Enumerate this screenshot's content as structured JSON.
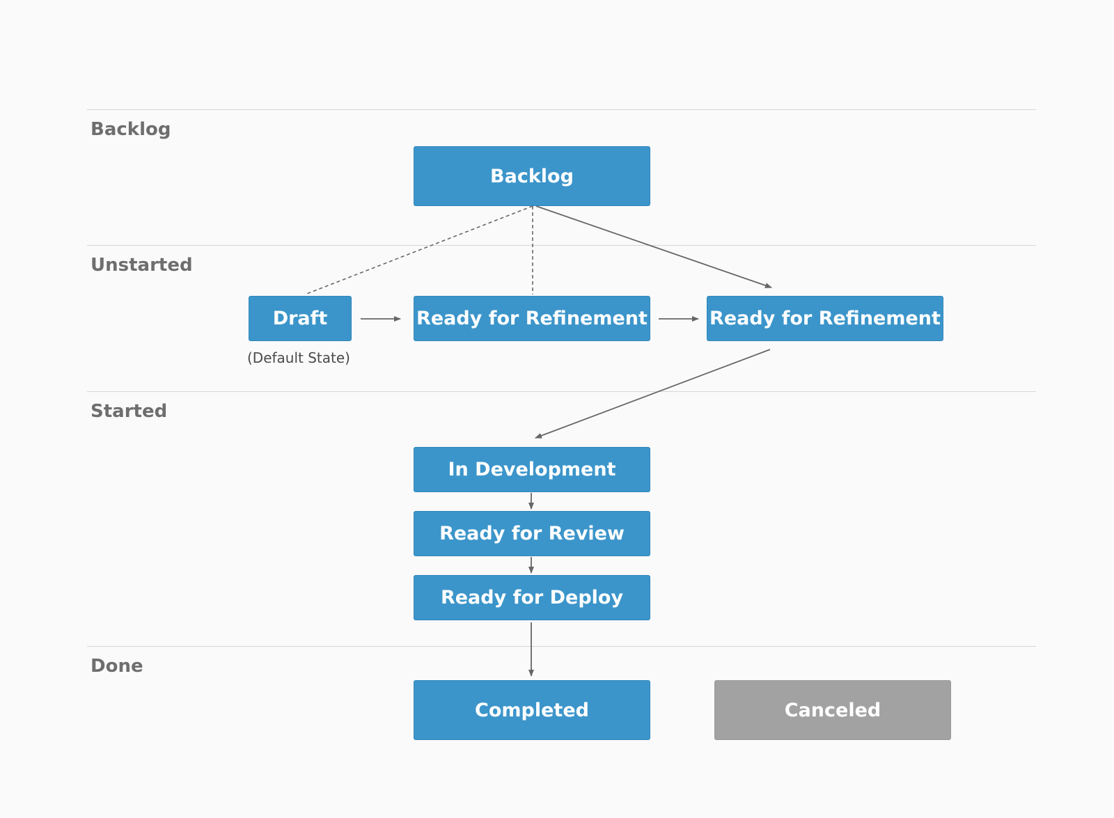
{
  "colors": {
    "node_fill": "#3b95ca",
    "node_disabled_fill": "#a2a2a2",
    "lane_divider": "#d6d6d6",
    "label_text": "#6e6e6e",
    "edge": "#666666"
  },
  "lanes": [
    {
      "label": "Backlog"
    },
    {
      "label": "Unstarted"
    },
    {
      "label": "Started"
    },
    {
      "label": "Done"
    }
  ],
  "nodes": {
    "backlog": {
      "label": "Backlog"
    },
    "draft": {
      "label": "Draft",
      "caption": "(Default State)"
    },
    "ready_for_refinement_1": {
      "label": "Ready for Refinement"
    },
    "ready_for_refinement_2": {
      "label": "Ready for Refinement"
    },
    "in_development": {
      "label": "In Development"
    },
    "ready_for_review": {
      "label": "Ready for Review"
    },
    "ready_for_deploy": {
      "label": "Ready for Deploy"
    },
    "completed": {
      "label": "Completed"
    },
    "canceled": {
      "label": "Canceled"
    }
  },
  "edges": [
    {
      "from": "backlog",
      "to": "draft",
      "style": "dashed"
    },
    {
      "from": "backlog",
      "to": "ready_for_refinement_1",
      "style": "dashed"
    },
    {
      "from": "backlog",
      "to": "ready_for_refinement_2",
      "style": "solid-arrow"
    },
    {
      "from": "draft",
      "to": "ready_for_refinement_1",
      "style": "solid-arrow"
    },
    {
      "from": "ready_for_refinement_1",
      "to": "ready_for_refinement_2",
      "style": "solid-arrow"
    },
    {
      "from": "ready_for_refinement_2",
      "to": "in_development",
      "style": "solid-arrow"
    },
    {
      "from": "in_development",
      "to": "ready_for_review",
      "style": "solid-arrow"
    },
    {
      "from": "ready_for_review",
      "to": "ready_for_deploy",
      "style": "solid-arrow"
    },
    {
      "from": "ready_for_deploy",
      "to": "completed",
      "style": "solid-arrow"
    }
  ]
}
